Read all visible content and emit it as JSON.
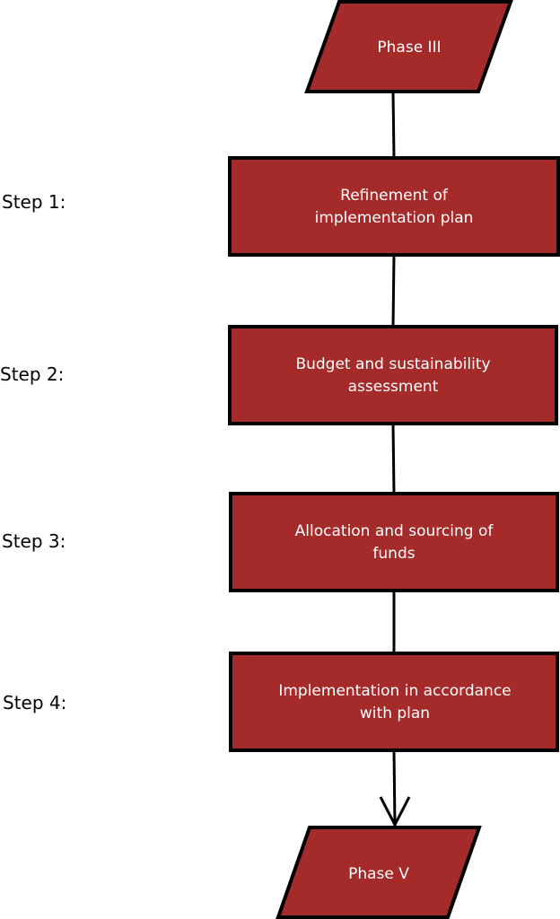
{
  "colors": {
    "box_fill": "#a52a2a",
    "box_stroke": "#000000",
    "box_text": "#ffffff",
    "connector": "#000000",
    "label_text": "#000000",
    "background": "#ffffff"
  },
  "start": {
    "shape": "parallelogram",
    "label": "Phase III"
  },
  "steps": [
    {
      "step_label": "Step 1:",
      "lines": [
        "Refinement of",
        "implementation plan"
      ]
    },
    {
      "step_label": "Step 2:",
      "lines": [
        "Budget and sustainability",
        "assessment"
      ]
    },
    {
      "step_label": "Step 3:",
      "lines": [
        "Allocation and sourcing of",
        "funds"
      ]
    },
    {
      "step_label": "Step 4:",
      "lines": [
        "Implementation in accordance",
        "with plan"
      ]
    }
  ],
  "end": {
    "shape": "parallelogram",
    "label": "Phase V"
  },
  "connections": [
    {
      "from": "start",
      "to": "step-1",
      "arrow": false
    },
    {
      "from": "step-1",
      "to": "step-2",
      "arrow": false
    },
    {
      "from": "step-2",
      "to": "step-3",
      "arrow": false
    },
    {
      "from": "step-3",
      "to": "step-4",
      "arrow": false
    },
    {
      "from": "step-4",
      "to": "end",
      "arrow": true
    }
  ]
}
